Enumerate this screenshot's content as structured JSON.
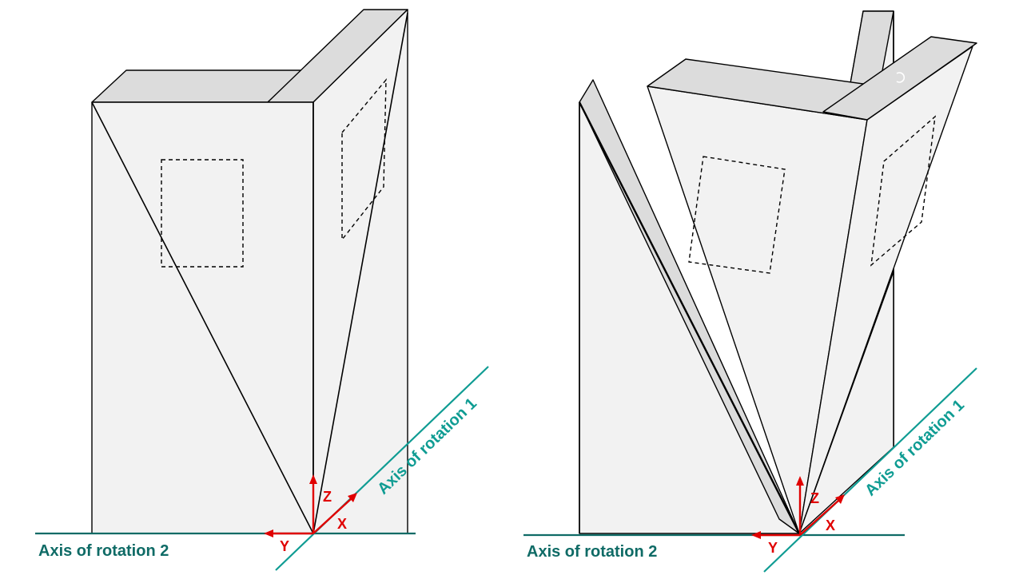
{
  "left_diagram": {
    "axis_x_label": "X",
    "axis_y_label": "Y",
    "axis_z_label": "Z",
    "rotation_axis_1_label": "Axis of rotation 1",
    "rotation_axis_2_label": "Axis of rotation 2"
  },
  "right_diagram": {
    "axis_x_label": "X",
    "axis_y_label": "Y",
    "axis_z_label": "Z",
    "rotation_axis_1_label": "Axis of rotation 1",
    "rotation_axis_2_label": "Axis of rotation 2"
  },
  "colors": {
    "coordinate_arrows": "#e00000",
    "rotation_axis_1": "#0f9c93",
    "rotation_axis_2": "#0f6b66",
    "panel_face": "#f2f2f2",
    "panel_top": "#dcdcdc"
  }
}
